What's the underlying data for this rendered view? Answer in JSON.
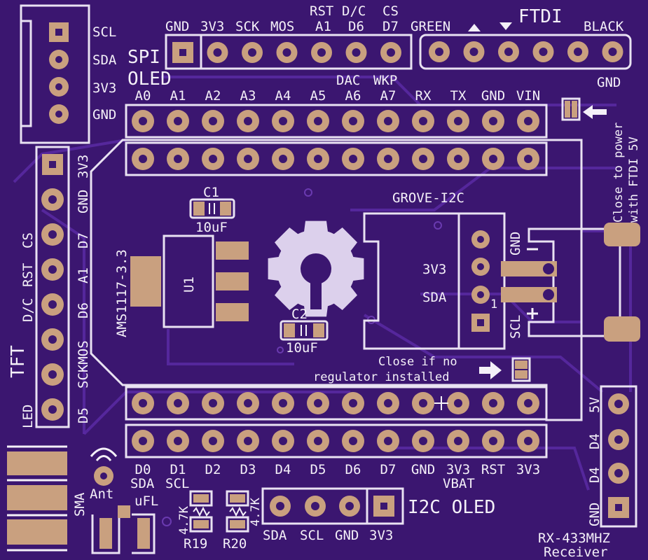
{
  "colors": {
    "board": "#3b1670",
    "silkscreen": "#f4f0f8",
    "copper_pad": "#c9a07f",
    "trace": "#5a2aa3"
  },
  "labels": {
    "spi_oled_top_row": [
      "GND",
      "3V3",
      "SCK",
      "MOS",
      "A1",
      "D6",
      "D7"
    ],
    "spi_oled_rst_row": [
      "RST",
      "D/C",
      "CS"
    ],
    "spi_label": "SPI",
    "oled_label": "OLED",
    "dac": "DAC",
    "wkp": "WKP",
    "ftdi_title": "FTDI",
    "ftdi_green": "GREEN",
    "ftdi_black": "BLACK",
    "ftdi_gnd": "GND",
    "i2c_left": [
      "SCL",
      "SDA",
      "3V3",
      "GND"
    ],
    "top_header": [
      "A0",
      "A1",
      "A2",
      "A3",
      "A4",
      "A5",
      "A6",
      "A7",
      "RX",
      "TX",
      "GND",
      "VIN"
    ],
    "bottom_header": [
      "D0",
      "D1",
      "D2",
      "D3",
      "D4",
      "D5",
      "D6",
      "D7",
      "GND",
      "3V3",
      "RST",
      "3V3"
    ],
    "bottom_sub": [
      "SDA",
      "SCL"
    ],
    "vbat": "VBAT",
    "tft_label": "TFT",
    "tft_pins": [
      "3V3",
      "GND",
      "D7",
      "A1",
      "D6",
      "SCKMOS",
      "D5"
    ],
    "tft_pins_alt": [
      "CS",
      "RST",
      "D/C",
      "LED"
    ],
    "close_power": [
      "Close to power",
      "with FTDI 5V"
    ],
    "grove": "GROVE-I2C",
    "grove_pins": [
      "GND",
      "3V3",
      "SDA",
      "SCL"
    ],
    "close_reg": [
      "Close if no",
      "regulator installed"
    ],
    "c1": "C1",
    "c1_val": "10uF",
    "c2": "C2",
    "c2_val": "10uF",
    "reg_part": "AMS1117-3.3",
    "u1": "U1",
    "sma": "SMA",
    "ant": "Ant",
    "ufl": "uFL",
    "r19": "R19",
    "r20": "R20",
    "r_val": "4.7K",
    "i2c_oled": "I2C OLED",
    "i2c_oled_pins": [
      "SDA",
      "SCL",
      "GND",
      "3V3"
    ],
    "rx_pins": [
      "5V",
      "D4",
      "D4",
      "GND"
    ],
    "rx_title": [
      "RX-433MHZ",
      "Receiver"
    ],
    "pin_one": "1"
  }
}
